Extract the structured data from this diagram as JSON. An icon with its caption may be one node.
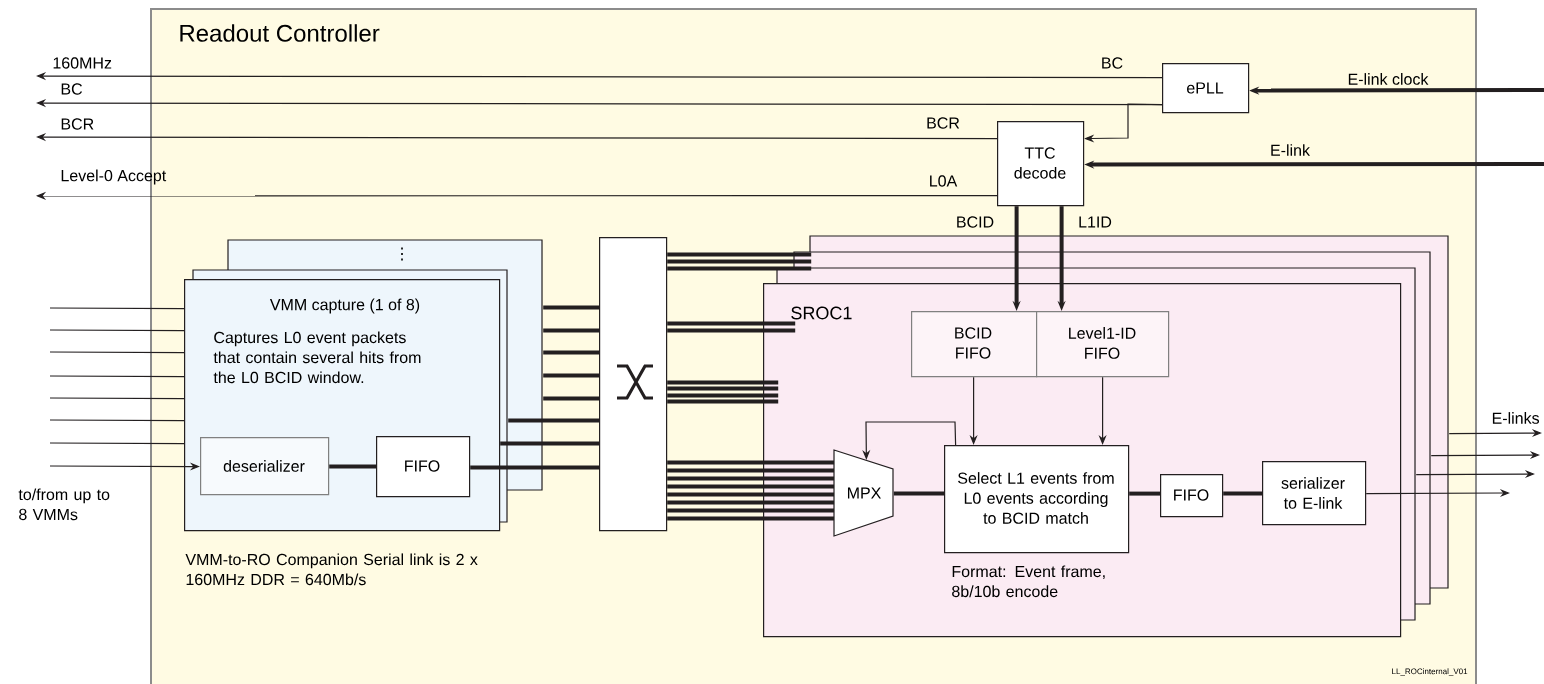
{
  "diagram": {
    "nodes": [
      {
        "text": [
          "Readout Controller"
        ]
      },
      {
        "text": [
          "ePLL"
        ],
        "in": 0
      },
      {
        "text": [
          "TTC decode"
        ],
        "in": 0
      },
      {
        "text": [
          "160MHz"
        ]
      },
      {
        "text": [
          "BC"
        ]
      },
      {
        "text": [
          "BCR"
        ]
      },
      {
        "text": [
          "Level-0 Accept"
        ]
      },
      {
        "text": [
          "⋮",
          "VMM capture (1 of 8)",
          "Captures L0 event packets that contain several hits from the L0 BCID window."
        ],
        "in": 0
      },
      {
        "text": [
          "deserializer"
        ],
        "in": 7
      },
      {
        "text": [
          "FIFO"
        ],
        "in": 7
      },
      {
        "text": [],
        "shape": "box",
        "in": 0
      },
      {
        "text": [
          "SROC1"
        ],
        "in": 0
      },
      {
        "text": [
          "BCID FIFO"
        ],
        "in": 11
      },
      {
        "text": [
          "Level1-ID FIFO"
        ],
        "in": 11
      },
      {
        "text": [
          "MPX"
        ],
        "in": 11
      },
      {
        "text": [
          "Select L1 events from L0 events according to BCID match"
        ],
        "in": 11,
        "beside": [
          "Format: Event frame, 8b/10b encode"
        ]
      },
      {
        "text": [
          "FIFO"
        ],
        "in": 11
      },
      {
        "text": [
          "serializer to E-link"
        ],
        "in": 11
      }
    ],
    "edges": [
      {
        "from": 1,
        "to": 3,
        "arrow": "to",
        "label": "BC"
      },
      {
        "from": 1,
        "to": 4,
        "arrow": "to"
      },
      {
        "from": 1,
        "to": 2,
        "arrow": "to"
      },
      {
        "from": 2,
        "to": 5,
        "arrow": "to",
        "label": "BCR"
      },
      {
        "from": 2,
        "to": 6,
        "arrow": "to",
        "label": "L0A"
      },
      {
        "from": null,
        "to": 1,
        "arrow": "to",
        "style": "thick",
        "label": "E-link clock"
      },
      {
        "from": null,
        "to": 2,
        "arrow": "to",
        "style": "thick",
        "label": "E-link"
      },
      {
        "from": 2,
        "to": 12,
        "arrow": "to",
        "style": "thick",
        "label": "BCID"
      },
      {
        "from": 2,
        "to": 13,
        "arrow": "to",
        "style": "thick",
        "label": "L1ID"
      },
      {
        "from": null,
        "to": 7,
        "arrow": "none"
      },
      {
        "from": null,
        "to": 7,
        "arrow": "none"
      },
      {
        "from": null,
        "to": 7,
        "arrow": "none"
      },
      {
        "from": null,
        "to": 7,
        "arrow": "none"
      },
      {
        "from": null,
        "to": 7,
        "arrow": "none"
      },
      {
        "from": null,
        "to": 7,
        "arrow": "none"
      },
      {
        "from": null,
        "to": 7,
        "arrow": "none"
      },
      {
        "from": null,
        "to": 8,
        "arrow": "to"
      },
      {
        "from": 8,
        "to": 9,
        "arrow": "none",
        "style": "thick"
      },
      {
        "from": 9,
        "to": 10,
        "arrow": "none",
        "style": "thick"
      },
      {
        "from": 7,
        "to": 10,
        "arrow": "none",
        "style": "thick"
      },
      {
        "from": 7,
        "to": 10,
        "arrow": "none",
        "style": "thick"
      },
      {
        "from": 7,
        "to": 10,
        "arrow": "none",
        "style": "thick"
      },
      {
        "from": 7,
        "to": 10,
        "arrow": "none",
        "style": "thick"
      },
      {
        "from": 7,
        "to": 10,
        "arrow": "none",
        "style": "thick"
      },
      {
        "from": 7,
        "to": 10,
        "arrow": "none",
        "style": "thick"
      },
      {
        "from": 7,
        "to": 10,
        "arrow": "none",
        "style": "thick"
      },
      {
        "from": 10,
        "to": 11,
        "arrow": "none",
        "style": "thick"
      },
      {
        "from": 10,
        "to": 11,
        "arrow": "none",
        "style": "thick"
      },
      {
        "from": 10,
        "to": 11,
        "arrow": "none",
        "style": "thick"
      },
      {
        "from": 10,
        "to": 14,
        "arrow": "none",
        "style": "thick"
      },
      {
        "from": 15,
        "to": 14,
        "arrow": "to"
      },
      {
        "from": 14,
        "to": 15,
        "arrow": "none",
        "style": "thick"
      },
      {
        "from": 12,
        "to": 15,
        "arrow": "to"
      },
      {
        "from": 13,
        "to": 15,
        "arrow": "to"
      },
      {
        "from": 15,
        "to": 16,
        "arrow": "none",
        "style": "thick"
      },
      {
        "from": 16,
        "to": 17,
        "arrow": "none",
        "style": "thick"
      },
      {
        "from": 17,
        "to": null,
        "arrow": "to"
      },
      {
        "from": 11,
        "to": null,
        "arrow": "to"
      },
      {
        "from": 11,
        "to": null,
        "arrow": "to"
      },
      {
        "from": 11,
        "to": null,
        "arrow": "to",
        "label": "E-links"
      }
    ],
    "labels": [
      "to/from up to 8 VMMs",
      "VMM-to-RO Companion Serial link is 2 x 160MHz DDR = 640Mb/s",
      "LL_ROCinternal_V01"
    ]
  }
}
